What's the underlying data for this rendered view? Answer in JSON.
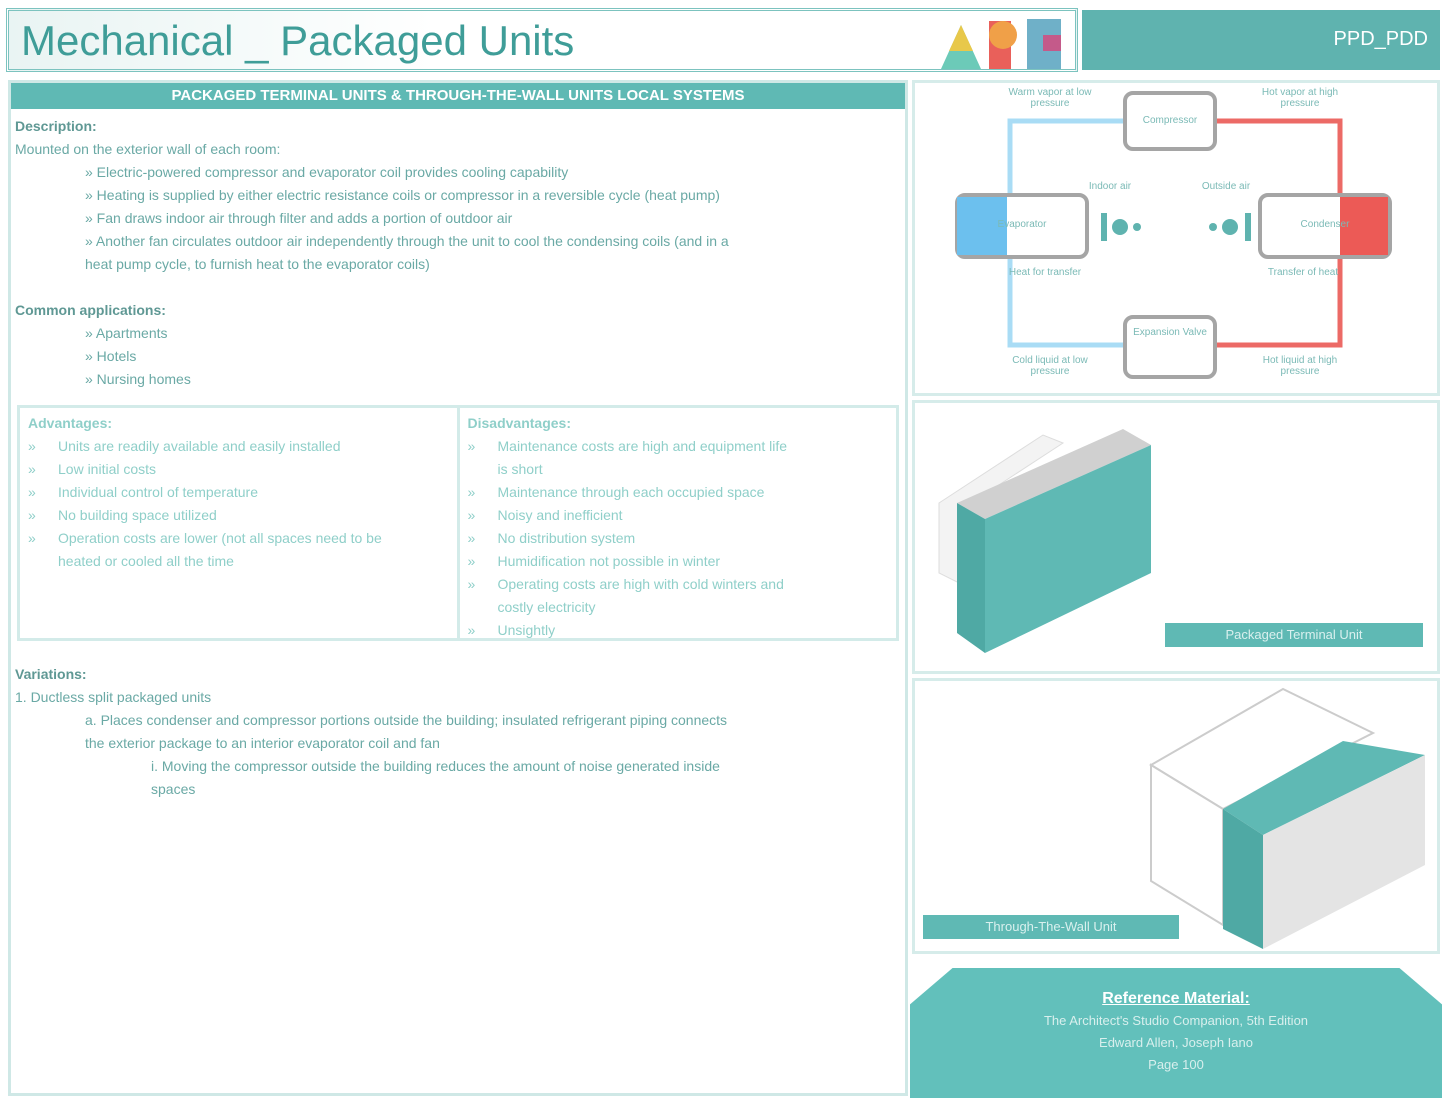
{
  "header": {
    "title": "Mechanical _ Packaged Units",
    "code": "PPD_PDD"
  },
  "section": {
    "title": "PACKAGED TERMINAL UNITS & THROUGH-THE-WALL UNITS LOCAL SYSTEMS",
    "description_heading": "Description:",
    "description_intro": "Mounted on the exterior wall of each room:",
    "description_items": [
      "» Electric-powered compressor and evaporator coil provides cooling capability",
      "» Heating is supplied by either electric resistance coils or compressor in a reversible cycle (heat pump)",
      "» Fan draws indoor air through filter and adds a portion of outdoor air",
      "» Another fan circulates outdoor air independently through the unit to cool the condensing coils (and in a",
      "heat pump cycle, to furnish heat to the evaporator coils)"
    ],
    "applications_heading": "Common applications:",
    "applications": [
      "» Apartments",
      "» Hotels",
      "» Nursing homes"
    ],
    "advantages_heading": "Advantages:",
    "advantages": [
      "Units are readily available and easily installed",
      "Low initial costs",
      "Individual control of temperature",
      "No building space utilized",
      "Operation costs are lower (not all spaces need to be",
      "heated or cooled all the time"
    ],
    "disadvantages_heading": "Disadvantages:",
    "disadvantages": [
      "Maintenance costs are high and equipment life",
      "is short",
      "Maintenance through each occupied space",
      "Noisy and inefficient",
      "No distribution system",
      "Humidification not possible in winter",
      "Operating costs are high with cold winters and",
      "costly electricity",
      "Unsightly"
    ],
    "variations_heading": "Variations:",
    "variations": [
      "1.  Ductless split packaged units",
      "a. Places condenser and compressor portions outside the building; insulated refrigerant piping connects",
      "the exterior package to an interior evaporator coil and fan",
      "i. Moving the compressor outside the building reduces the amount of noise generated inside",
      "spaces"
    ]
  },
  "diagram": {
    "compressor": "Compressor",
    "evaporator": "Evaporator",
    "condenser": "Condenser",
    "expansion": "Expansion Valve",
    "indoor_air": "Indoor air",
    "outside_air": "Outside air",
    "tl": "Warm vapor at low pressure",
    "tr": "Hot vapor at high pressure",
    "bl": "Cold liquid at low pressure",
    "br": "Hot liquid at high pressure",
    "evap_sub": "Heat for transfer",
    "cond_sub": "Transfer of heat",
    "colors": {
      "cold": "#5ab8ec",
      "hot": "#e8423f"
    }
  },
  "images": {
    "ptac_caption": "Packaged Terminal Unit",
    "ttw_caption": "Through-The-Wall Unit"
  },
  "reference": {
    "title": "Reference Material:",
    "line1": "The Architect's Studio Companion, 5th Edition",
    "line2": "Edward Allen, Joseph Iano",
    "line3": "Page 100"
  }
}
